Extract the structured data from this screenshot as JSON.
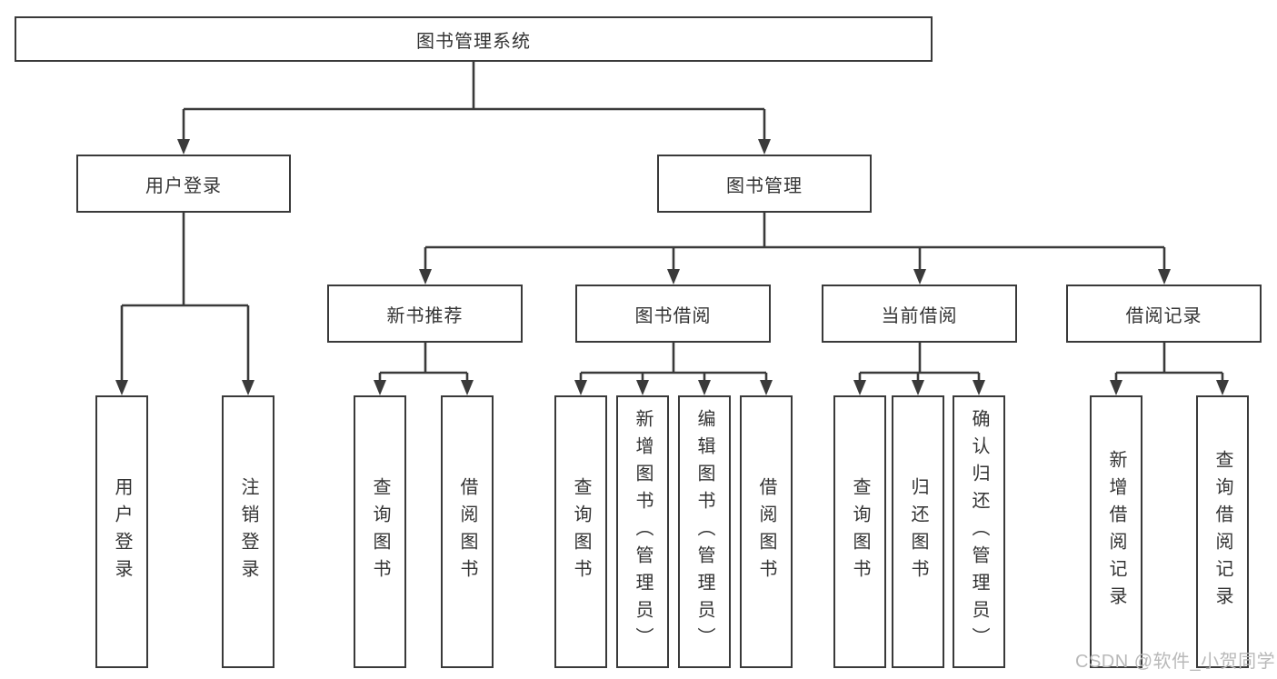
{
  "diagram": {
    "root": {
      "label": "图书管理系统"
    },
    "branches": [
      {
        "label": "用户登录",
        "leaves": [
          {
            "label": "用户登录"
          },
          {
            "label": "注销登录"
          }
        ]
      },
      {
        "label": "图书管理",
        "children": [
          {
            "label": "新书推荐",
            "leaves": [
              {
                "label": "查询图书"
              },
              {
                "label": "借阅图书"
              }
            ]
          },
          {
            "label": "图书借阅",
            "leaves": [
              {
                "label": "查询图书"
              },
              {
                "label": "新增图书（管理员）"
              },
              {
                "label": "编辑图书（管理员）"
              },
              {
                "label": "借阅图书"
              }
            ]
          },
          {
            "label": "当前借阅",
            "leaves": [
              {
                "label": "查询图书"
              },
              {
                "label": "归还图书"
              },
              {
                "label": "确认归还（管理员）"
              }
            ]
          },
          {
            "label": "借阅记录",
            "leaves": [
              {
                "label": "新增借阅记录"
              },
              {
                "label": "查询借阅记录"
              }
            ]
          }
        ]
      }
    ]
  },
  "watermark": {
    "text": "CSDN @软件_小贺同学"
  },
  "colors": {
    "line": "#3a3a3a",
    "text": "#333333",
    "watermark": "#b9b9b9",
    "background": "#ffffff"
  }
}
